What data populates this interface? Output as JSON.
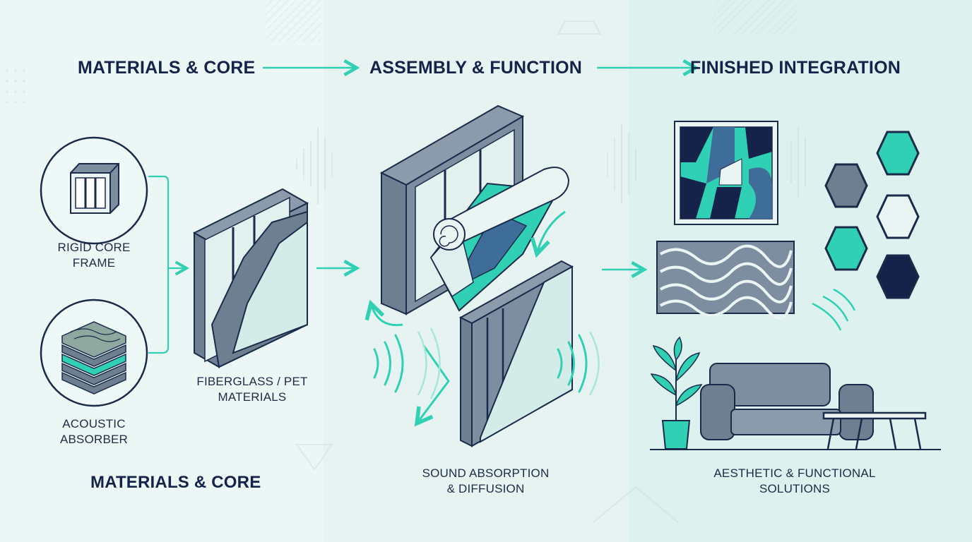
{
  "headings": {
    "stage1": "MATERIALS & CORE",
    "stage2": "ASSEMBLY & FUNCTION",
    "stage3": "FINISHED INTEGRATION"
  },
  "labels": {
    "rigid_core": [
      "RIGID CORE",
      "FRAME"
    ],
    "acoustic_absorber": [
      "ACOUSTIC",
      "ABSORBER"
    ],
    "fiberglass": [
      "FIBERGLASS / PET",
      "MATERIALS"
    ],
    "materials_core_caption": "MATERIALS & CORE",
    "sound": [
      "SOUND ABSORPTION",
      "& DIFFUSION"
    ],
    "aesthetic": [
      "AESTHETIC & FUNCTIONAL",
      "SOLUTIONS"
    ]
  },
  "colors": {
    "accent": "#2fd0b4",
    "navy": "#15234a",
    "steel": "#6f7f92",
    "panel_light": "#d4ece8"
  },
  "icons": [
    "frame-icon",
    "absorber-layers-icon",
    "panel-cutaway-icon",
    "fabric-roll-icon",
    "sound-wave-icon",
    "art-panel-icon",
    "hexagon-panel-icon",
    "sofa-icon",
    "plant-icon",
    "table-icon"
  ]
}
